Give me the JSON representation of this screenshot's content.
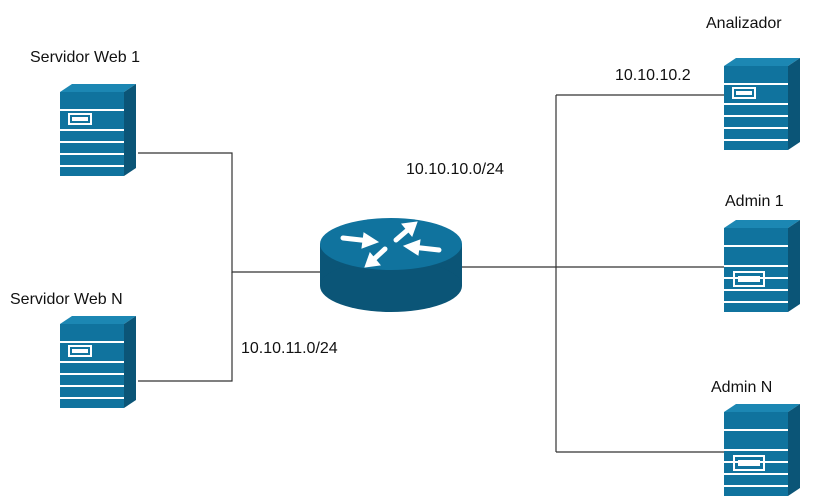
{
  "colors": {
    "device_front": "#10739e",
    "device_side": "#0b5577",
    "device_top": "#1c87b3",
    "device_light": "#ffffff",
    "link": "#333333",
    "text": "#111111"
  },
  "nodes": {
    "web1": {
      "label": "Servidor Web 1",
      "icon": "server-icon"
    },
    "webn": {
      "label": "Servidor Web N",
      "icon": "server-icon"
    },
    "router": {
      "label": "",
      "icon": "router-icon"
    },
    "analyzer": {
      "label": "Analizador",
      "icon": "server-icon"
    },
    "admin1": {
      "label": "Admin 1",
      "icon": "server-icon"
    },
    "adminn": {
      "label": "Admin N",
      "icon": "server-icon"
    }
  },
  "networks": {
    "left": {
      "label": "10.10.11.0/24"
    },
    "right": {
      "label": "10.10.10.0/24"
    }
  },
  "addresses": {
    "analyzer_ip": "10.10.10.2"
  }
}
